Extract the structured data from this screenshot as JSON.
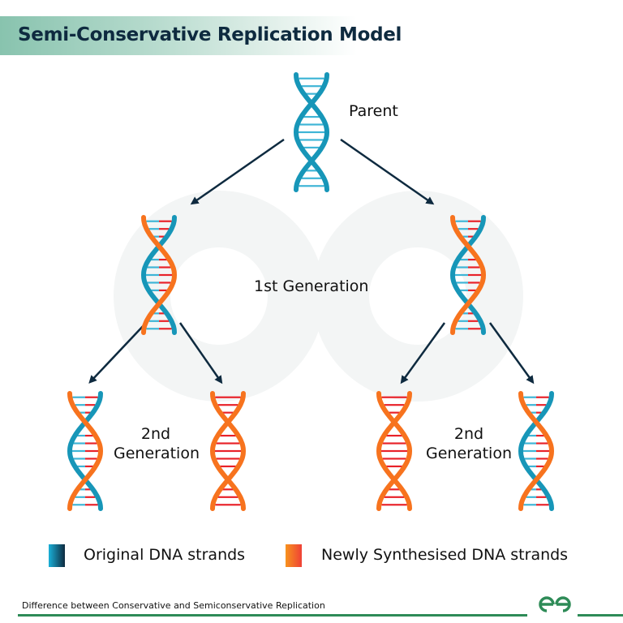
{
  "title": "Semi-Conservative Replication Model",
  "labels": {
    "parent": "Parent",
    "gen1": "1st Generation",
    "gen2_left_line1": "2nd",
    "gen2_left_line2": "Generation",
    "gen2_right_line1": "2nd",
    "gen2_right_line2": "Generation"
  },
  "legend": [
    {
      "label": "Original DNA strands",
      "color_from": "#1ab0d8",
      "color_to": "#0e2a3f"
    },
    {
      "label": "Newly Synthesised DNA strands",
      "color_from": "#f7931e",
      "color_to": "#ef4136"
    }
  ],
  "colors": {
    "original": "#1796b8",
    "original_dark": "#0e3a52",
    "new": "#f7731e",
    "new_dark": "#e8402a",
    "rung_original": "#3fb5d6",
    "rung_new": "#e8222a",
    "arrow": "#0e2a3f",
    "brand_green": "#2e8b57"
  },
  "helices": [
    {
      "id": "parent",
      "strandA": "original",
      "strandB": "original"
    },
    {
      "id": "gen1-left",
      "strandA": "original",
      "strandB": "new"
    },
    {
      "id": "gen1-right",
      "strandA": "original",
      "strandB": "new"
    },
    {
      "id": "gen2-1",
      "strandA": "original",
      "strandB": "new"
    },
    {
      "id": "gen2-2",
      "strandA": "new",
      "strandB": "new"
    },
    {
      "id": "gen2-3",
      "strandA": "new",
      "strandB": "new"
    },
    {
      "id": "gen2-4",
      "strandA": "original",
      "strandB": "new"
    }
  ],
  "footer": {
    "caption": "Difference between Conservative and Semiconservative Replication",
    "logo": "GG"
  }
}
